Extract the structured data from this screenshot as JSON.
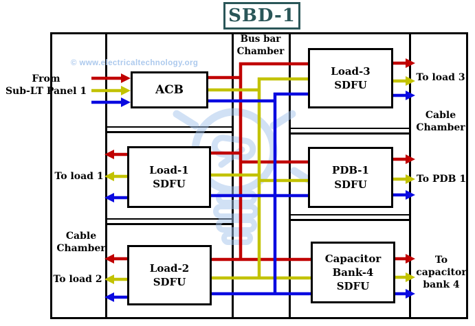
{
  "title": "SBD-1",
  "colors": {
    "phase_red": "#c00000",
    "phase_yellow": "#c2c200",
    "phase_blue": "#0a0ae0",
    "line_black": "#000000",
    "title_teal": "#2a5658",
    "watermark_blue": "#a4c4ec"
  },
  "watermark": {
    "text": "© www.electricaltechnology.org",
    "icon": "light-bulb-watermark"
  },
  "chambers": {
    "bus_bar": "Bus bar\nChamber",
    "cable_left": "Cable\nChamber",
    "cable_right": "Cable\nChamber"
  },
  "components": {
    "acb": {
      "label": "ACB"
    },
    "load1": {
      "label": "Load-1\nSDFU"
    },
    "load2": {
      "label": "Load-2\nSDFU"
    },
    "load3": {
      "label": "Load-3\nSDFU"
    },
    "pdb1": {
      "label": "PDB-1\nSDFU"
    },
    "cap4": {
      "label": "Capacitor\nBank-4\nSDFU"
    }
  },
  "io_labels": {
    "from_panel": "From\nSub-LT Panel 1",
    "to_load_1": "To load 1",
    "to_load_2": "To load 2",
    "to_load_3": "To load 3",
    "to_pdb_1": "To PDB 1",
    "to_cap_4": "To\ncapacitor\nbank 4"
  },
  "phases": [
    "red",
    "yellow",
    "blue"
  ]
}
